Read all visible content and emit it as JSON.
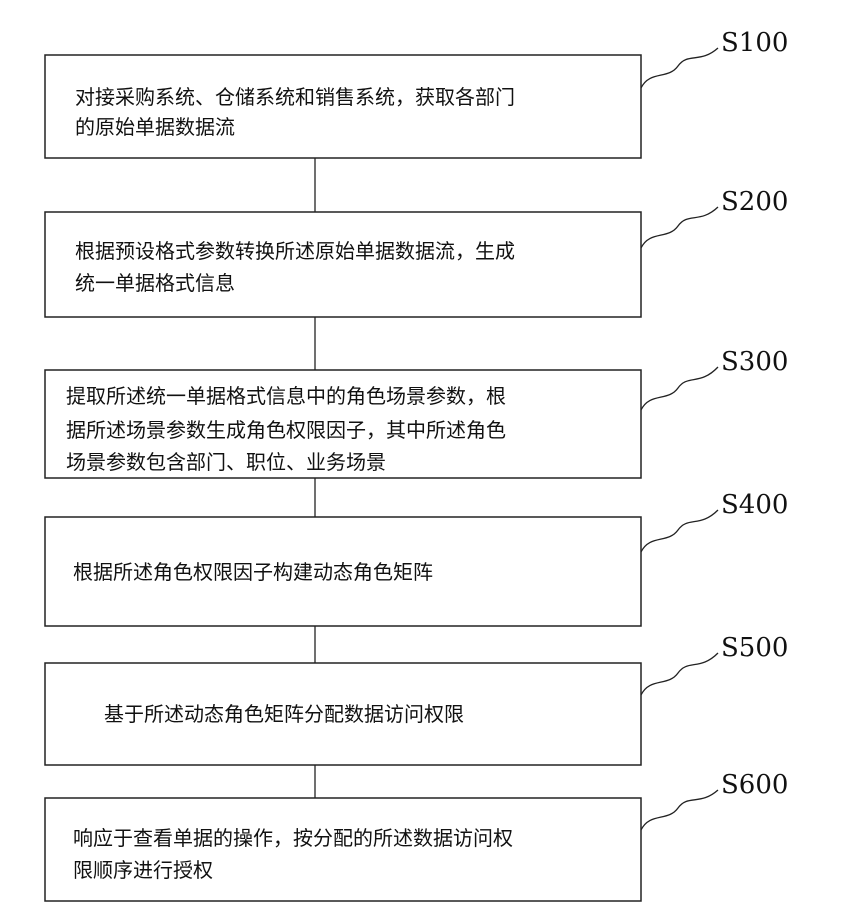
{
  "steps": [
    {
      "label": "S100",
      "lines": [
        "对接采购系统、仓储系统和销售系统，获取各部门",
        "的原始单据数据流"
      ]
    },
    {
      "label": "S200",
      "lines": [
        "根据预设格式参数转换所述原始单据数据流，生成",
        "统一单据格式信息"
      ]
    },
    {
      "label": "S300",
      "lines": [
        "提取所述统一单据格式信息中的角色场景参数，根",
        "据所述场景参数生成角色权限因子，其中所述角色",
        "场景参数包含部门、职位、业务场景"
      ]
    },
    {
      "label": "S400",
      "lines": [
        "根据所述角色权限因子构建动态角色矩阵"
      ]
    },
    {
      "label": "S500",
      "lines": [
        "基于所述动态角色矩阵分配数据访问权限"
      ]
    },
    {
      "label": "S600",
      "lines": [
        "响应于查看单据的操作，按分配的所述数据访问权",
        "限顺序进行授权"
      ]
    }
  ]
}
